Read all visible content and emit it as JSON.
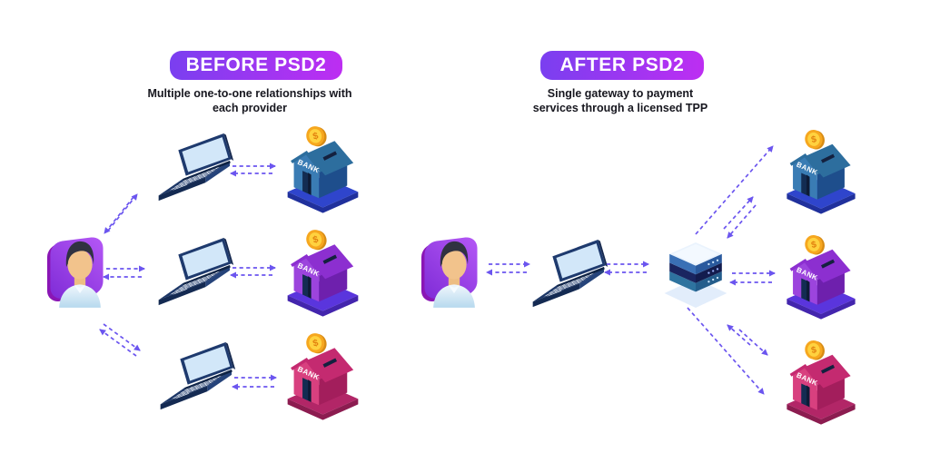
{
  "before": {
    "title": "BEFORE PSD2",
    "subtitle": "Multiple one-to-one relationships with each provider"
  },
  "after": {
    "title": "AFTER PSD2",
    "subtitle": "Single gateway to payment services through a licensed TPP"
  },
  "labels": {
    "bank": "BANK",
    "dollar": "$"
  },
  "colors": {
    "badge_start": "#7a3ff0",
    "badge_end": "#bd2ef2",
    "arrow": "#6b55ef",
    "bank_blue": "#2d6e9e",
    "bank_purple": "#8c2fd0",
    "bank_pink": "#c42a70",
    "coin_gold": "#f6a71f",
    "laptop_navy": "#1e3a6e",
    "avatar_purple": "#9b3fe8"
  }
}
